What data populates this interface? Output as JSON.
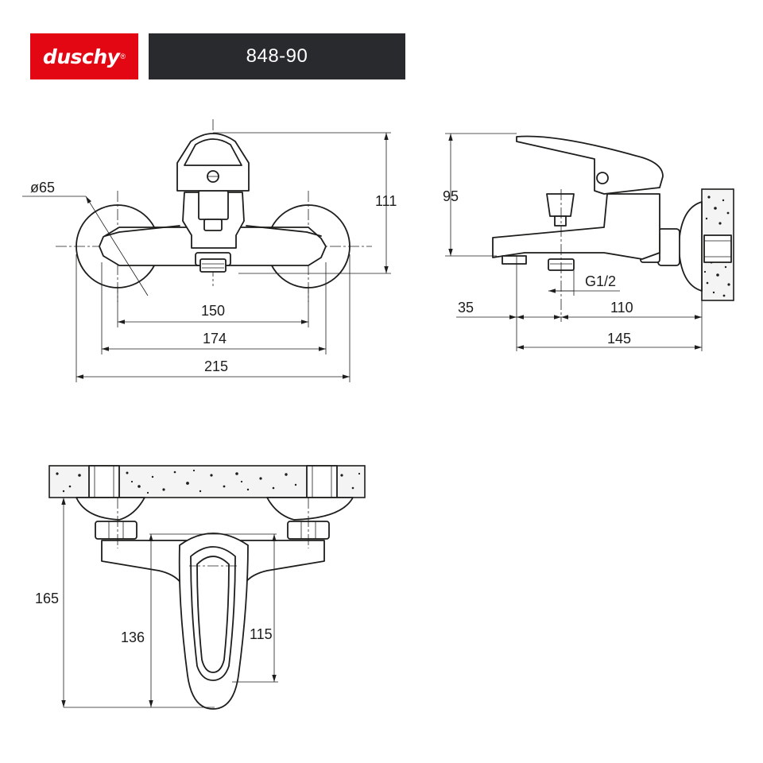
{
  "header": {
    "brand": "duschy",
    "brand_mark": "®",
    "model": "848-90",
    "brand_color": "#e30613",
    "bar_color": "#292a2e"
  },
  "dimensions": {
    "front_diameter": "ø65",
    "front_height": "111",
    "front_150": "150",
    "front_174": "174",
    "front_215": "215",
    "side_height": "95",
    "side_thread": "G1/2",
    "side_35": "35",
    "side_110": "110",
    "side_145": "145",
    "top_165": "165",
    "top_136": "136",
    "top_115": "115"
  }
}
